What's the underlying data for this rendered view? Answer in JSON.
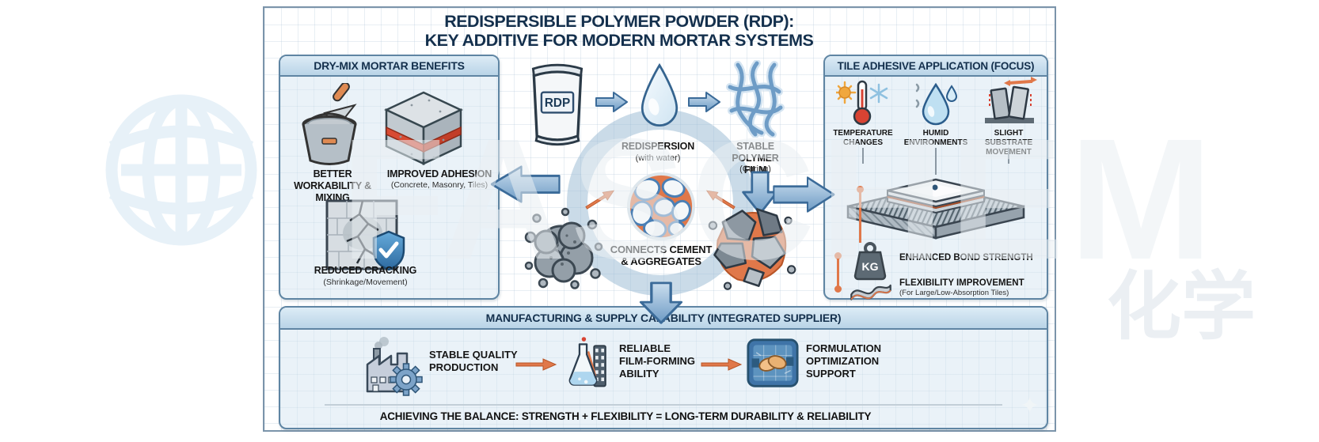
{
  "title": {
    "line1": "REDISPERSIBLE POLYMER POWDER (RDP):",
    "line2": "KEY ADDITIVE FOR MODERN MORTAR SYSTEMS"
  },
  "watermark": {
    "brand": "FASCHEM",
    "cjk": "化学",
    "sparkle": "✦"
  },
  "left_panel": {
    "header": "DRY-MIX MORTAR BENEFITS",
    "items": [
      {
        "icon": "bucket-trowel-icon",
        "label": "BETTER WORKABILITY & MIXING",
        "sub": ""
      },
      {
        "icon": "concrete-block-icon",
        "label": "IMPROVED ADHESION",
        "sub": "(Concrete, Masonry, Tiles)"
      },
      {
        "icon": "cracked-wall-shield-icon",
        "label": "REDUCED CRACKING",
        "sub": "(Shrinkage/Movement)"
      }
    ]
  },
  "center": {
    "bag_label": "RDP",
    "step1": {
      "label": "REDISPERSION",
      "sub": "(with water)"
    },
    "step2": {
      "label": "STABLE POLYMER FILM",
      "sub": "(Curing)"
    },
    "connects": {
      "line1": "CONNECTS CEMENT",
      "line2": "& AGGREGATES"
    }
  },
  "right_panel": {
    "header": "TILE ADHESIVE APPLICATION (FOCUS)",
    "stressors": [
      {
        "icon": "thermometer-icon",
        "label": "TEMPERATURE CHANGES"
      },
      {
        "icon": "humidity-drop-icon",
        "label": "HUMID ENVIRONMENTS"
      },
      {
        "icon": "substrate-movement-icon",
        "label": "SLIGHT SUBSTRATE MOVEMENT"
      }
    ],
    "weight_label": "KG",
    "benefits": [
      {
        "icon": "kg-weight-icon",
        "label": "ENHANCED BOND STRENGTH",
        "sub": ""
      },
      {
        "icon": "flexible-sheet-icon",
        "label": "FLEXIBILITY IMPROVEMENT",
        "sub": "(For Large/Low-Absorption Tiles)"
      }
    ]
  },
  "bottom_panel": {
    "header": "MANUFACTURING & SUPPLY CAPABILITY (INTEGRATED SUPPLIER)",
    "items": [
      {
        "icon": "factory-gear-icon",
        "lines": [
          "STABLE QUALITY",
          "PRODUCTION",
          ""
        ]
      },
      {
        "icon": "flask-film-icon",
        "lines": [
          "RELIABLE",
          "FILM-FORMING",
          "ABILITY"
        ]
      },
      {
        "icon": "handshake-blueprint-icon",
        "lines": [
          "FORMULATION",
          "OPTIMIZATION",
          "SUPPORT"
        ]
      }
    ],
    "footer": "ACHIEVING THE BALANCE: STRENGTH + FLEXIBILITY = LONG-TERM DURABILITY & RELIABILITY"
  },
  "colors": {
    "navy": "#14304d",
    "orange": "#e0784a",
    "arrow_blue": "#6f9cc6",
    "panel_bg": "#eaf2f8",
    "red": "#d84333"
  }
}
